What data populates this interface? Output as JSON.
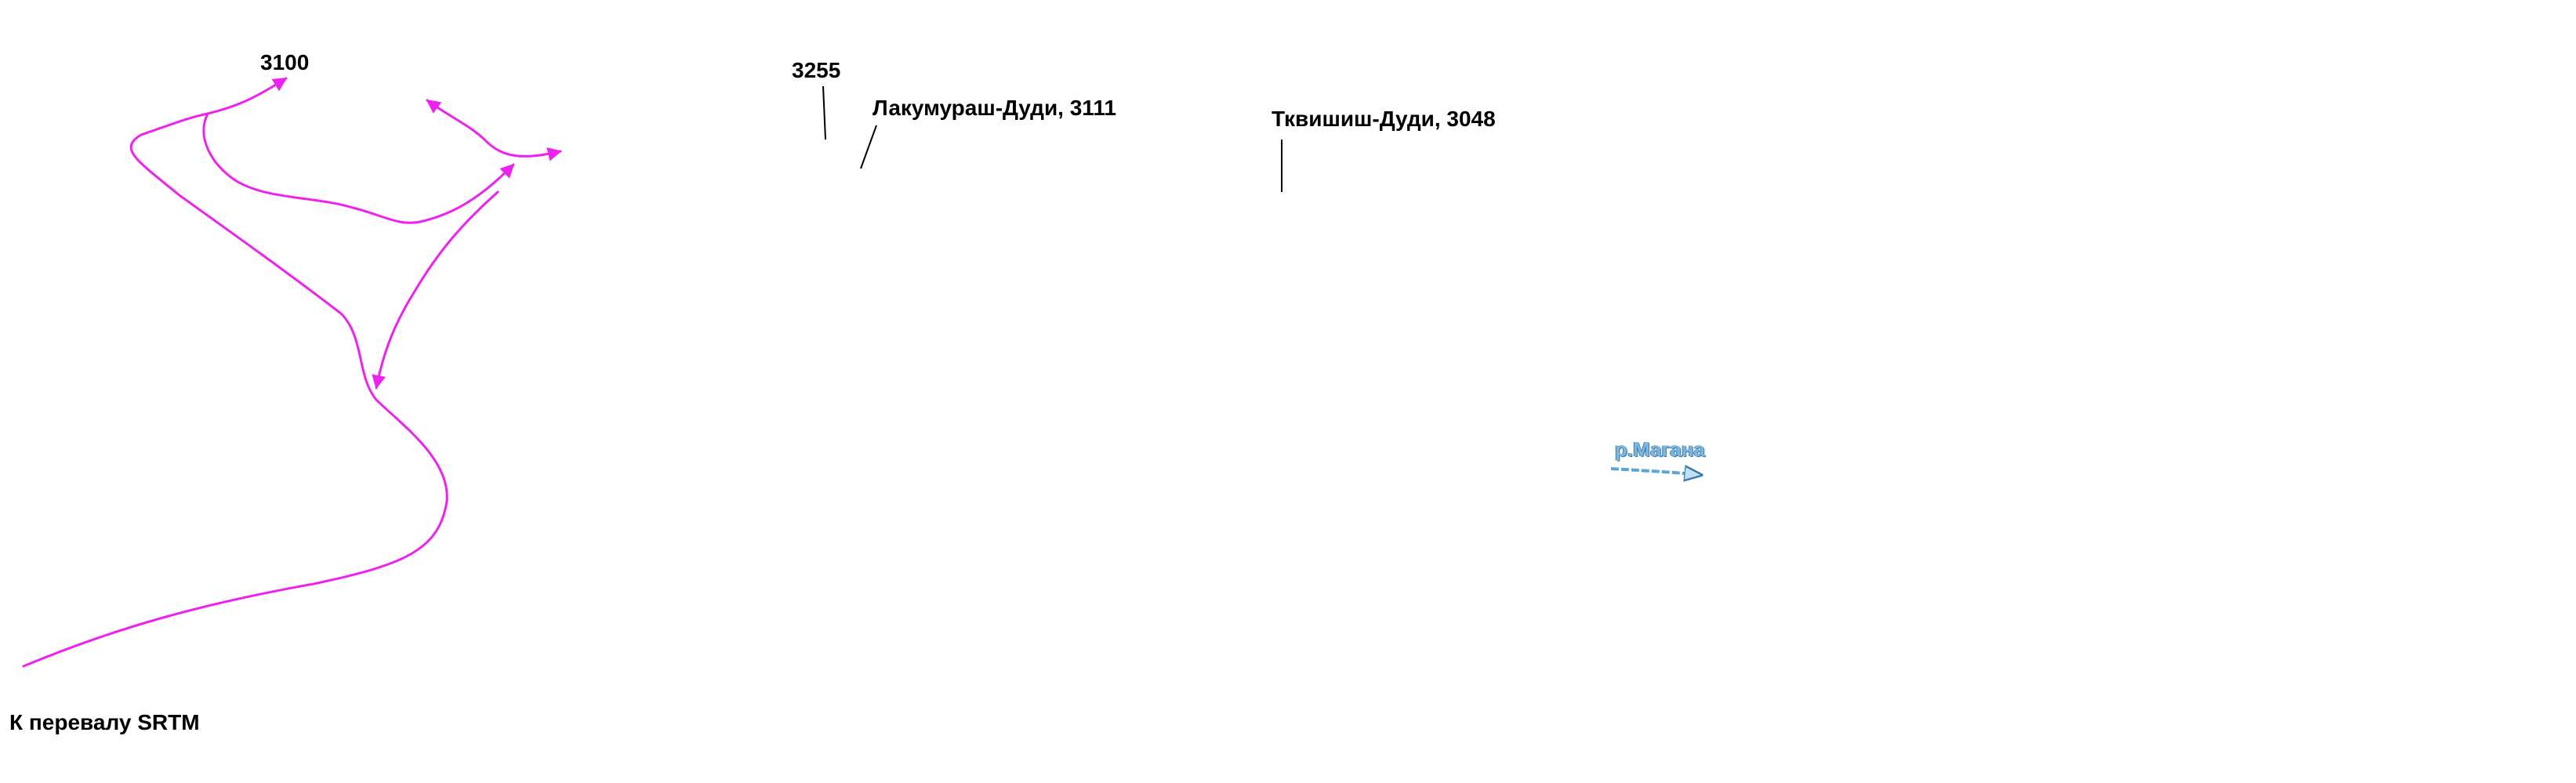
{
  "map": {
    "route_color": "#ee22ee",
    "leader_color": "#000000",
    "river_color": "#5aa6d6",
    "labels": {
      "peak_3100": "3100",
      "peak_3255": "3255",
      "lakumurash": "Лакумураш-Дуди, 3111",
      "tkvishish": "Тквишиш-Дуди, 3048",
      "river": "р.Магана",
      "pass_direction": "К перевалу SRTM"
    }
  }
}
